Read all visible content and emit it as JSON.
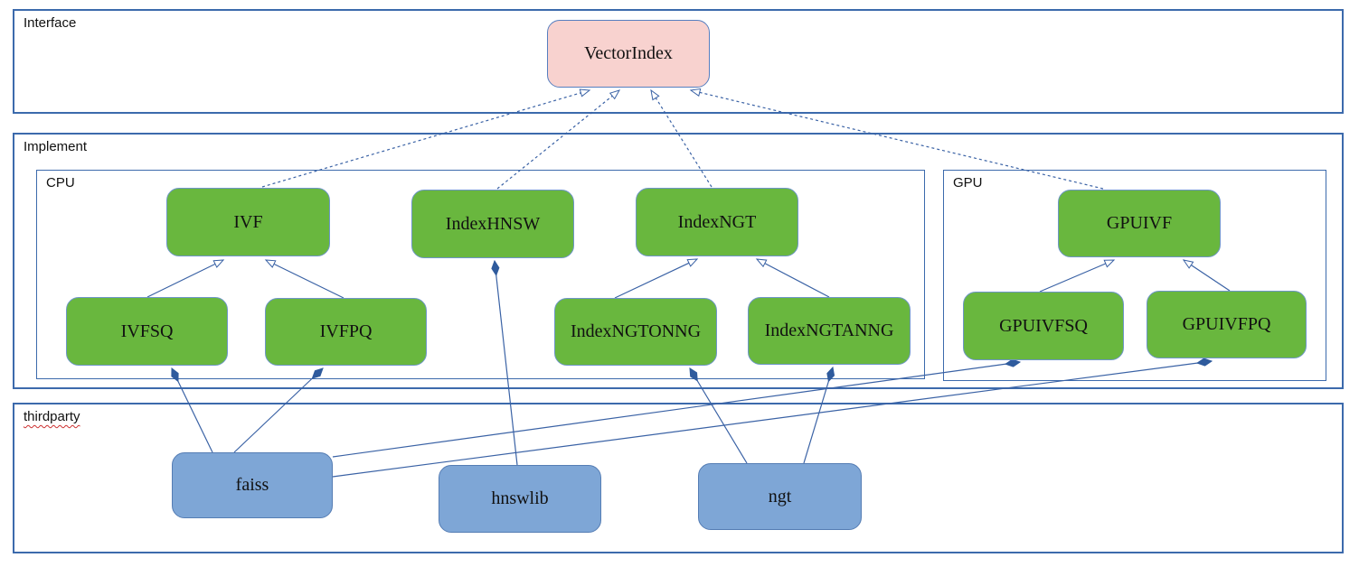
{
  "diagram": {
    "containers": {
      "interface": {
        "label": "Interface"
      },
      "implement": {
        "label": "Implement"
      },
      "cpu": {
        "label": "CPU"
      },
      "gpu": {
        "label": "GPU"
      },
      "thirdparty": {
        "label": "thirdparty"
      }
    },
    "nodes": {
      "vectorindex": {
        "label": "VectorIndex",
        "kind": "interface"
      },
      "ivf": {
        "label": "IVF",
        "kind": "implementation"
      },
      "indexhnsw": {
        "label": "IndexHNSW",
        "kind": "implementation"
      },
      "indexngt": {
        "label": "IndexNGT",
        "kind": "implementation"
      },
      "gpuivf": {
        "label": "GPUIVF",
        "kind": "implementation"
      },
      "ivfsq": {
        "label": "IVFSQ",
        "kind": "implementation"
      },
      "ivfpq": {
        "label": "IVFPQ",
        "kind": "implementation"
      },
      "indexngtonng": {
        "label": "IndexNGTONNG",
        "kind": "implementation"
      },
      "indexngtanng": {
        "label": "IndexNGTANNG",
        "kind": "implementation"
      },
      "gpuivfsq": {
        "label": "GPUIVFSQ",
        "kind": "implementation"
      },
      "gpuivfpq": {
        "label": "GPUIVFPQ",
        "kind": "implementation"
      },
      "faiss": {
        "label": "faiss",
        "kind": "thirdparty-library"
      },
      "hnswlib": {
        "label": "hnswlib",
        "kind": "thirdparty-library"
      },
      "ngt": {
        "label": "ngt",
        "kind": "thirdparty-library"
      }
    },
    "edges": [
      {
        "from": "IVF",
        "to": "VectorIndex",
        "type": "dashed-generalization"
      },
      {
        "from": "IndexHNSW",
        "to": "VectorIndex",
        "type": "dashed-generalization"
      },
      {
        "from": "IndexNGT",
        "to": "VectorIndex",
        "type": "dashed-generalization"
      },
      {
        "from": "GPUIVF",
        "to": "VectorIndex",
        "type": "dashed-generalization"
      },
      {
        "from": "IVFSQ",
        "to": "IVF",
        "type": "generalization"
      },
      {
        "from": "IVFPQ",
        "to": "IVF",
        "type": "generalization"
      },
      {
        "from": "IndexNGTONNG",
        "to": "IndexNGT",
        "type": "generalization"
      },
      {
        "from": "IndexNGTANNG",
        "to": "IndexNGT",
        "type": "generalization"
      },
      {
        "from": "GPUIVFSQ",
        "to": "GPUIVF",
        "type": "generalization"
      },
      {
        "from": "GPUIVFPQ",
        "to": "GPUIVF",
        "type": "generalization"
      },
      {
        "from": "faiss",
        "to": "IVFSQ",
        "type": "composition"
      },
      {
        "from": "faiss",
        "to": "IVFPQ",
        "type": "composition"
      },
      {
        "from": "hnswlib",
        "to": "IndexHNSW",
        "type": "composition"
      },
      {
        "from": "ngt",
        "to": "IndexNGTONNG",
        "type": "composition"
      },
      {
        "from": "ngt",
        "to": "IndexNGTANNG",
        "type": "composition"
      },
      {
        "from": "faiss",
        "to": "GPUIVFSQ",
        "type": "composition"
      },
      {
        "from": "faiss",
        "to": "GPUIVFPQ",
        "type": "composition"
      }
    ],
    "colors": {
      "container_border": "#3c6aac",
      "interface_node_fill": "#f8d2cf",
      "interface_node_border": "#567fc0",
      "implementation_node_fill": "#69b73e",
      "implementation_node_border": "#6e96c8",
      "library_node_fill": "#7ea6d6",
      "library_node_border": "#557db4",
      "edge": "#3a62a5",
      "spellcheck_underline": "#cc2f2f"
    }
  }
}
